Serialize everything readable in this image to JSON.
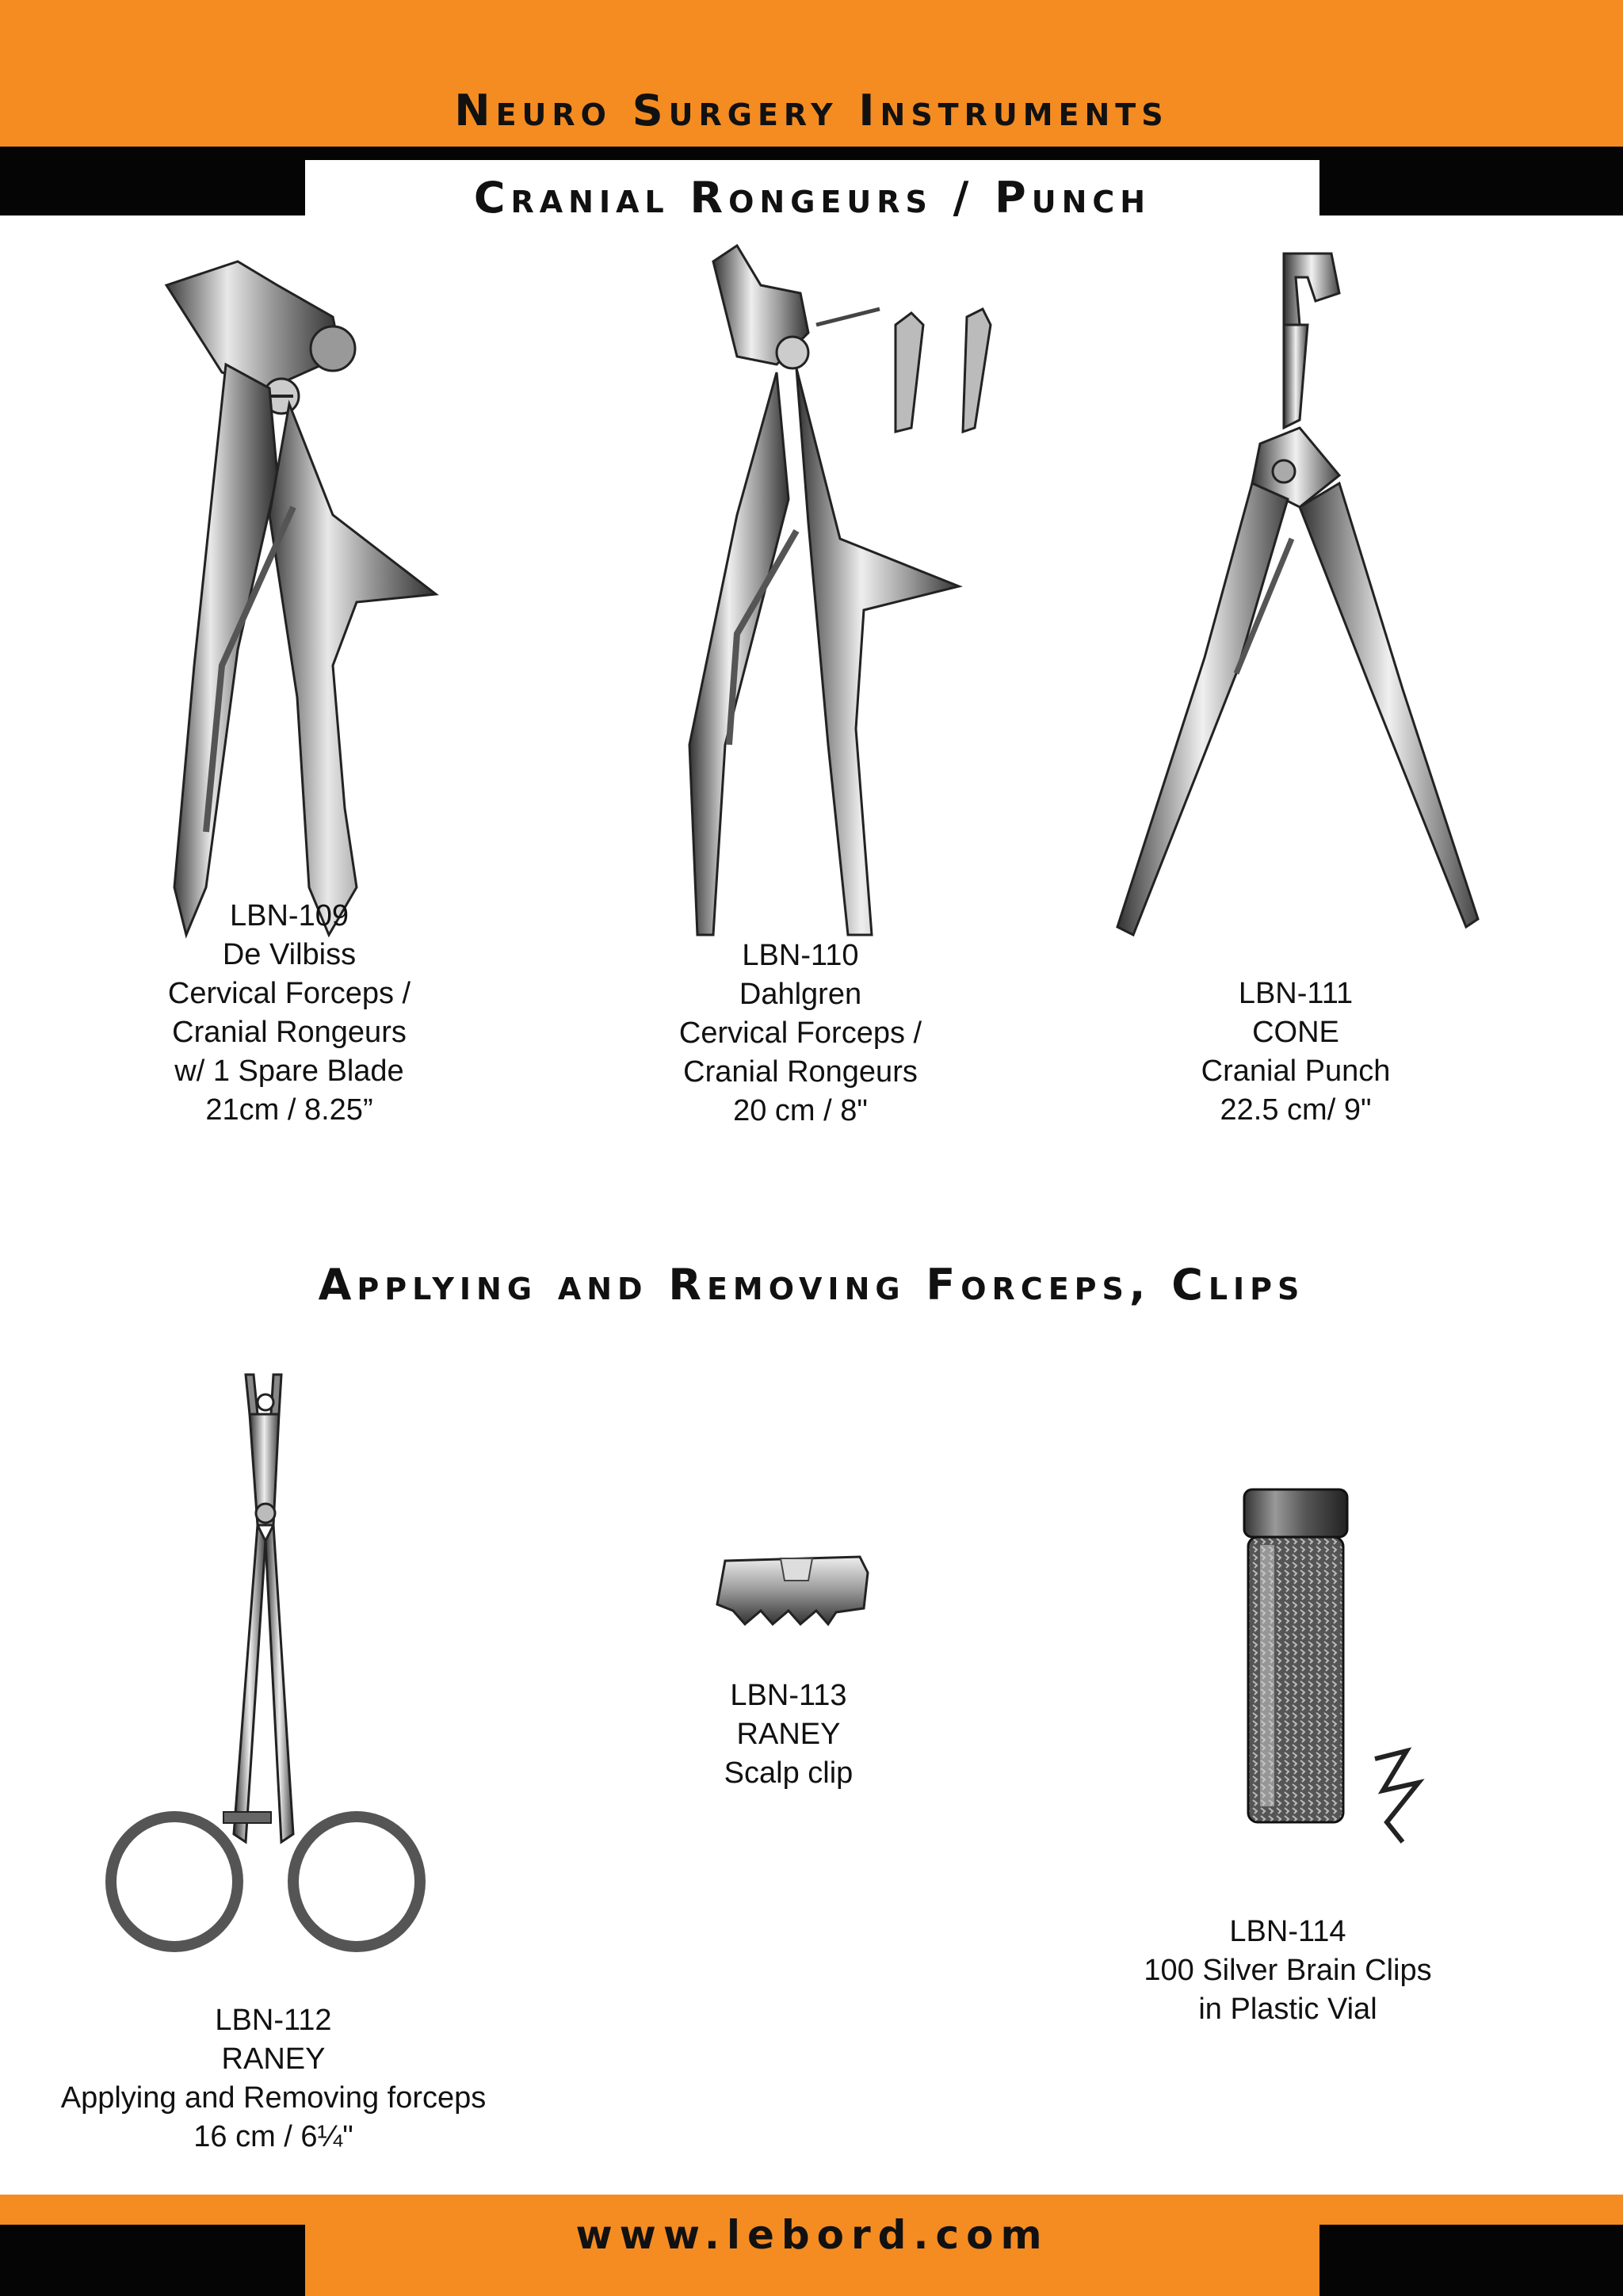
{
  "header": {
    "title": "Neuro Surgery Instruments",
    "subtitle": "Cranial Rongeurs / Punch"
  },
  "colors": {
    "orange": "#f48c22",
    "black": "#050505"
  },
  "section2": {
    "title": "Applying and Removing Forceps, Clips"
  },
  "products": [
    {
      "code": "LBN-109",
      "lines": [
        "De Vilbiss",
        "Cervical Forceps /",
        "Cranial Rongeurs",
        "w/ 1 Spare Blade",
        "21cm / 8.25”"
      ]
    },
    {
      "code": "LBN-110",
      "lines": [
        "Dahlgren",
        "Cervical Forceps /",
        "Cranial Rongeurs",
        "20 cm / 8\""
      ]
    },
    {
      "code": "LBN-111",
      "lines": [
        "CONE",
        "Cranial Punch",
        "22.5 cm/ 9\""
      ]
    },
    {
      "code": "LBN-112",
      "lines": [
        "RANEY",
        "Applying and Removing forceps",
        "16 cm / 6¼\""
      ]
    },
    {
      "code": "LBN-113",
      "lines": [
        "RANEY",
        "Scalp clip"
      ]
    },
    {
      "code": "LBN-114",
      "lines": [
        "100 Silver Brain Clips",
        "in Plastic Vial"
      ]
    }
  ],
  "footer": {
    "url": "www.lebord.com"
  }
}
